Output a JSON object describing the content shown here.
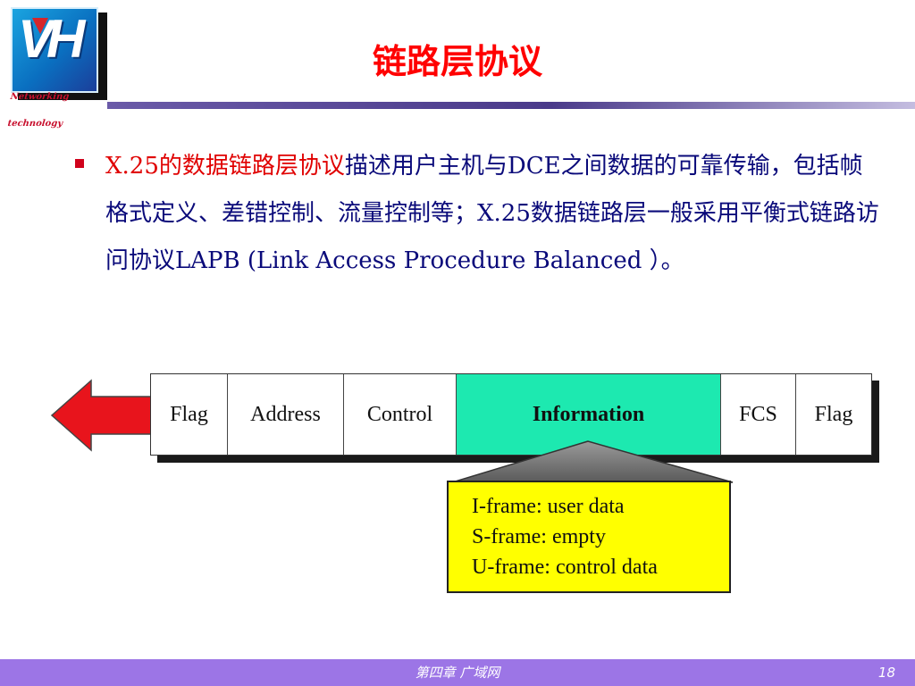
{
  "logo": {
    "letters": "VH",
    "text_line1": "Networking",
    "text_line2": "technology"
  },
  "title": "链路层协议",
  "bullet": {
    "red_part": "X.25的数据链路层协议",
    "rest": "描述用户主机与DCE之间数据的可靠传输，包括帧格式定义、差错控制、流量控制等；X.25数据链路层一般采用平衡式链路访问协议LAPB (Link Access Procedure Balanced ）。"
  },
  "frame": {
    "fields": [
      {
        "label": "Flag",
        "highlight": false
      },
      {
        "label": "Address",
        "highlight": false
      },
      {
        "label": "Control",
        "highlight": false
      },
      {
        "label": "Information",
        "highlight": true
      },
      {
        "label": "FCS",
        "highlight": false
      },
      {
        "label": "Flag",
        "highlight": false
      }
    ]
  },
  "callout": {
    "lines": [
      "I-frame: user data",
      "S-frame: empty",
      "U-frame: control data"
    ]
  },
  "footer": {
    "chapter": "第四章  广域网",
    "page": "18"
  },
  "colors": {
    "title": "#ff0000",
    "bullet_highlight": "#e00000",
    "body_text": "#0a0a7a",
    "info_field": "#1de9b0",
    "callout_bg": "#ffff00",
    "arrow": "#e8141c",
    "footer_bg": "#9c75e6"
  },
  "icons": {
    "arrow": "left-arrow-icon",
    "bullet": "square-bullet-icon"
  }
}
